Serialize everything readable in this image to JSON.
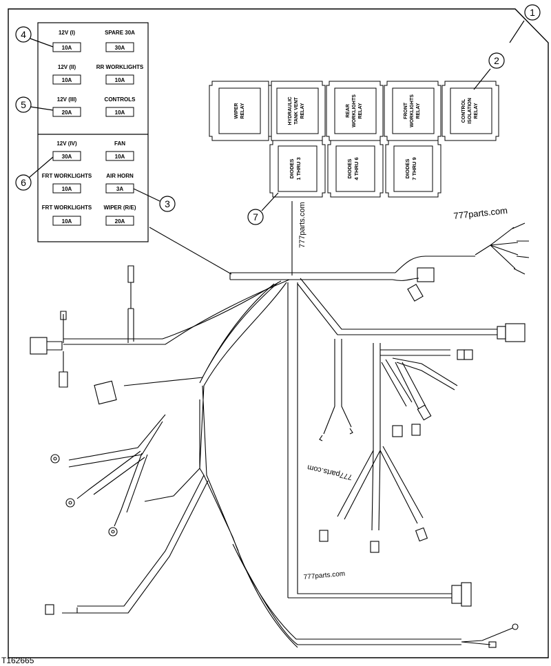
{
  "figure_id": "T162665",
  "watermarks": [
    "777parts.com",
    "777parts.com",
    "777parts.com",
    "777parts.com"
  ],
  "callouts": [
    "1",
    "2",
    "3",
    "4",
    "5",
    "6",
    "7"
  ],
  "fuse_panel": {
    "rows": [
      {
        "left": {
          "label": "12V (I)",
          "rating": "10A"
        },
        "right": {
          "label": "SPARE 30A",
          "rating": "30A"
        }
      },
      {
        "left": {
          "label": "12V (II)",
          "rating": "10A"
        },
        "right": {
          "label": "RR WORKLIGHTS",
          "rating": "10A"
        }
      },
      {
        "left": {
          "label": "12V (III)",
          "rating": "20A"
        },
        "right": {
          "label": "CONTROLS",
          "rating": "10A"
        }
      },
      {
        "left": {
          "label": "12V (IV)",
          "rating": "30A"
        },
        "right": {
          "label": "FAN",
          "rating": "10A"
        }
      },
      {
        "left": {
          "label": "FRT WORKLIGHTS",
          "rating": "10A"
        },
        "right": {
          "label": "AIR HORN",
          "rating": "3A"
        }
      },
      {
        "left": {
          "label": "FRT WORKLIGHTS",
          "rating": "10A"
        },
        "right": {
          "label": "WIPER (R/E)",
          "rating": "20A"
        }
      }
    ]
  },
  "relays": [
    {
      "line1": "WIPER",
      "line2": "RELAY",
      "line3": ""
    },
    {
      "line1": "HYDRAULIC",
      "line2": "TANK VENT",
      "line3": "RELAY"
    },
    {
      "line1": "REAR",
      "line2": "WORKLIGHTS",
      "line3": "RELAY"
    },
    {
      "line1": "FRONT",
      "line2": "WORKLIGHTS",
      "line3": "RELAY"
    },
    {
      "line1": "CONTROL",
      "line2": "ISOLATION",
      "line3": "RELAY"
    }
  ],
  "diodes": [
    {
      "line1": "DIODES",
      "line2": "1 THRU 3"
    },
    {
      "line1": "DIODES",
      "line2": "4 THRU 6"
    },
    {
      "line1": "DIODES",
      "line2": "7 THRU 9"
    }
  ]
}
